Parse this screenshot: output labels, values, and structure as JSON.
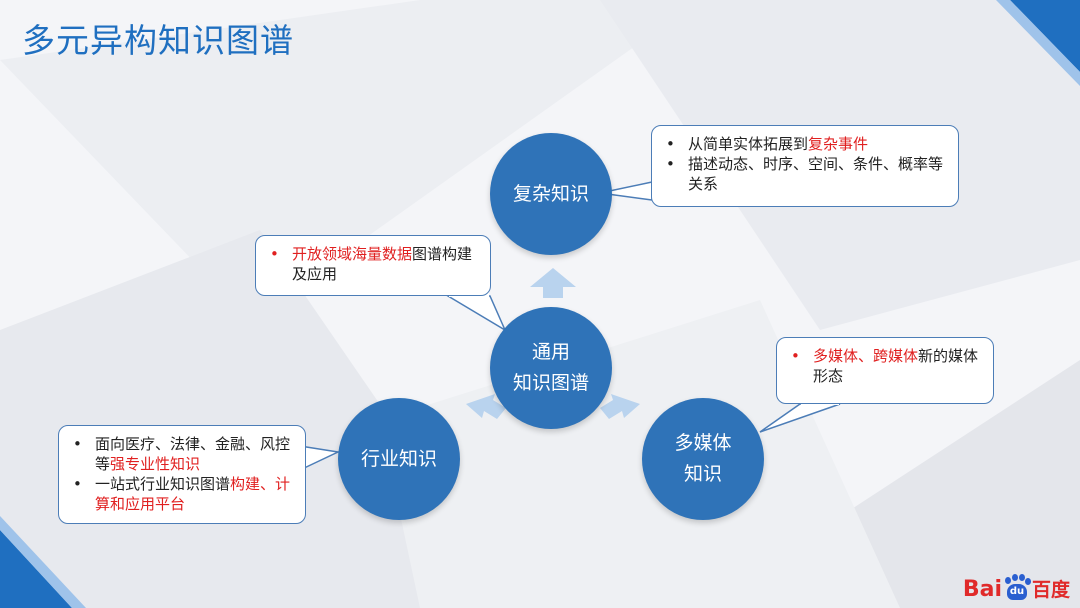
{
  "title": "多元异构知识图谱",
  "colors": {
    "node": "#2f73b8",
    "accent_red": "#e02020",
    "title": "#1f6fc0",
    "border": "#4c7db7"
  },
  "nodes": {
    "center": "通用\n知识图谱",
    "top": "复杂知识",
    "left": "行业知识",
    "right": "多媒体\n知识"
  },
  "callouts": {
    "top": {
      "b1_plain": "从简单实体拓展到",
      "b1_red": "复杂事件",
      "b2": "描述动态、时序、空间、条件、概率等关系"
    },
    "center": {
      "red": "开放领域海量数据",
      "plain": "图谱构建及应用"
    },
    "right": {
      "red": "多媒体、跨媒体",
      "plain": "新的媒体形态"
    },
    "left": {
      "b1_plain": "面向医疗、法律、金融、风控等",
      "b1_red": "强专业性知识",
      "b2_plain": "一站式行业知识图谱",
      "b2_red": "构建、计算和应用平台"
    }
  },
  "logo": {
    "bai": "Bai",
    "du": "du",
    "cn": "百度"
  }
}
